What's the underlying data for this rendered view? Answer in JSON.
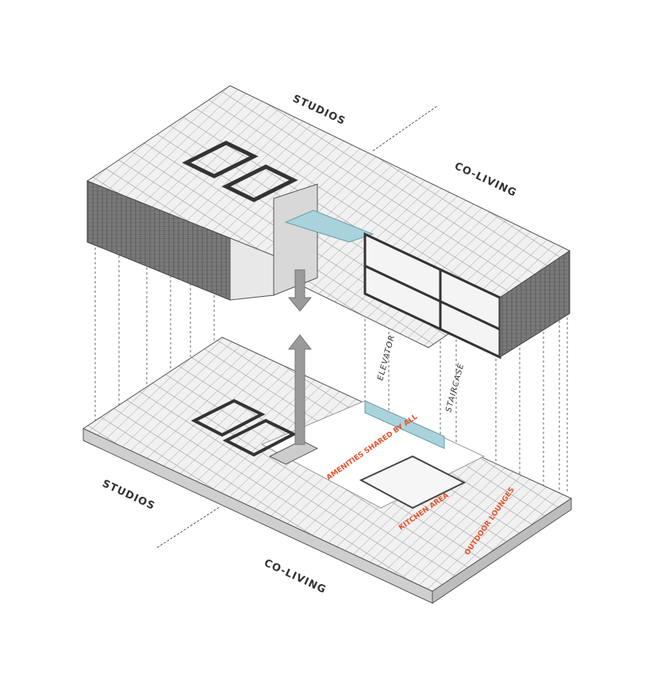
{
  "upper_level": {
    "zone_left": "STUDIOS",
    "zone_right": "CO-LIVING"
  },
  "lower_level": {
    "zone_left": "STUDIOS",
    "zone_right": "CO-LIVING",
    "amenities_label": "AMENITIES SHARED BY ALL",
    "kitchen_label": "KITCHEN AREA",
    "outdoor_label": "OUTDOOR LOUNGES"
  },
  "circulation": {
    "elevator": "ELEVATOR",
    "staircase": "STAIRCASE"
  },
  "colors": {
    "accent": "#e8502a",
    "glass": "#a9d3dc",
    "wall": "#e6e6e6",
    "dark": "#3a3a3a"
  }
}
